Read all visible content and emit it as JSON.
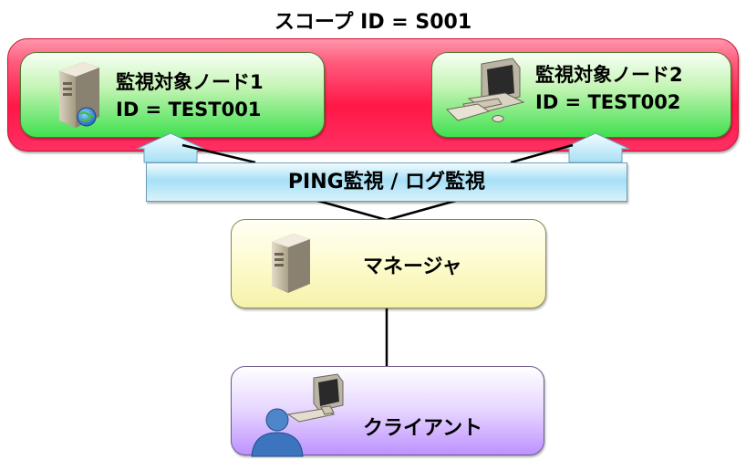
{
  "scope": {
    "title": "スコープ ID = S001"
  },
  "nodes": [
    {
      "name": "監視対象ノード1",
      "id": "ID = TEST001",
      "icon": "server-globe-icon"
    },
    {
      "name": "監視対象ノード2",
      "id": "ID = TEST002",
      "icon": "desktop-computer-icon"
    }
  ],
  "monitoring": {
    "label": "PING監視 / ログ監視"
  },
  "manager": {
    "label": "マネージャ",
    "icon": "server-icon"
  },
  "client": {
    "label": "クライアント",
    "icon": "user-computer-icon"
  },
  "colors": {
    "scope_fill": "#ff1747",
    "node_fill": "#3fe04f",
    "monitor_bar": "#a6e0f5",
    "manager_fill": "#fdfbcf",
    "client_fill": "#bd92ff"
  }
}
